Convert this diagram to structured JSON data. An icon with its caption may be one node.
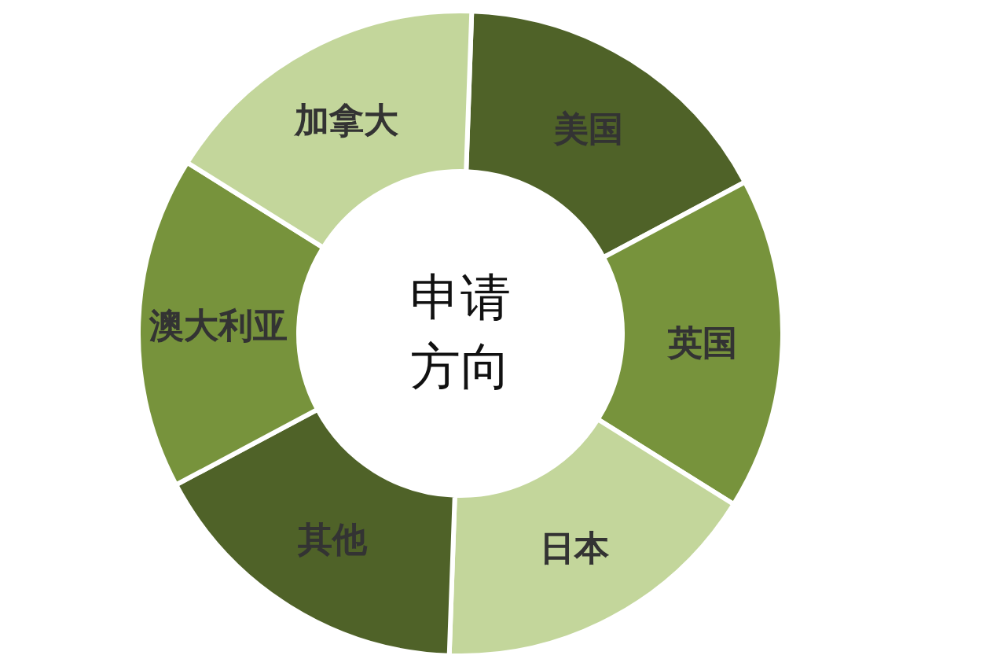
{
  "diagram": {
    "nodes": [
      {
        "text": [
          "申请方向"
        ]
      },
      {
        "text": [
          "美国"
        ]
      },
      {
        "text": [
          "英国"
        ]
      },
      {
        "text": [
          "日本"
        ]
      },
      {
        "text": [
          "其他"
        ]
      },
      {
        "text": [
          "澳大利亚"
        ]
      },
      {
        "text": [
          "加拿大"
        ]
      }
    ],
    "edges": []
  }
}
